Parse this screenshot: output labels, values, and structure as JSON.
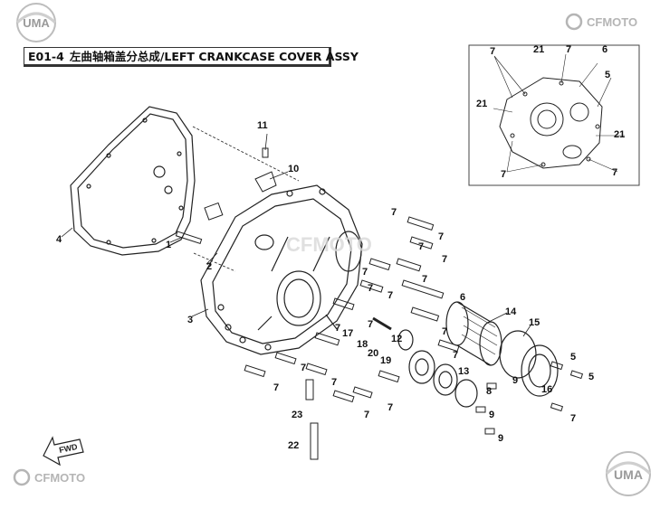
{
  "header": {
    "code": "E01-4",
    "title": "左曲轴箱盖分总成/LEFT CRANKCASE COVER  ASSY"
  },
  "brand": {
    "uma_logo": "UMA",
    "cfmoto_logo": "CFMOTO",
    "watermark": "CFMOTO"
  },
  "fwd_label": "FWD",
  "callouts": [
    "11",
    "10",
    "1",
    "2",
    "3",
    "4",
    "7",
    "7",
    "7",
    "7",
    "7",
    "7",
    "7",
    "7",
    "7",
    "7",
    "7",
    "7",
    "7",
    "6",
    "14",
    "15",
    "5",
    "5",
    "9",
    "9",
    "9",
    "8",
    "12",
    "13",
    "16",
    "17",
    "18",
    "19",
    "20",
    "23",
    "22",
    "7",
    "7",
    "7",
    "7",
    "7"
  ],
  "inset_callouts": [
    "7",
    "21",
    "7",
    "6",
    "5",
    "21",
    "21",
    "7",
    "7"
  ],
  "colors": {
    "line": "#222222",
    "logo_gray": "#b5b5b5",
    "title_border": "#333333"
  }
}
